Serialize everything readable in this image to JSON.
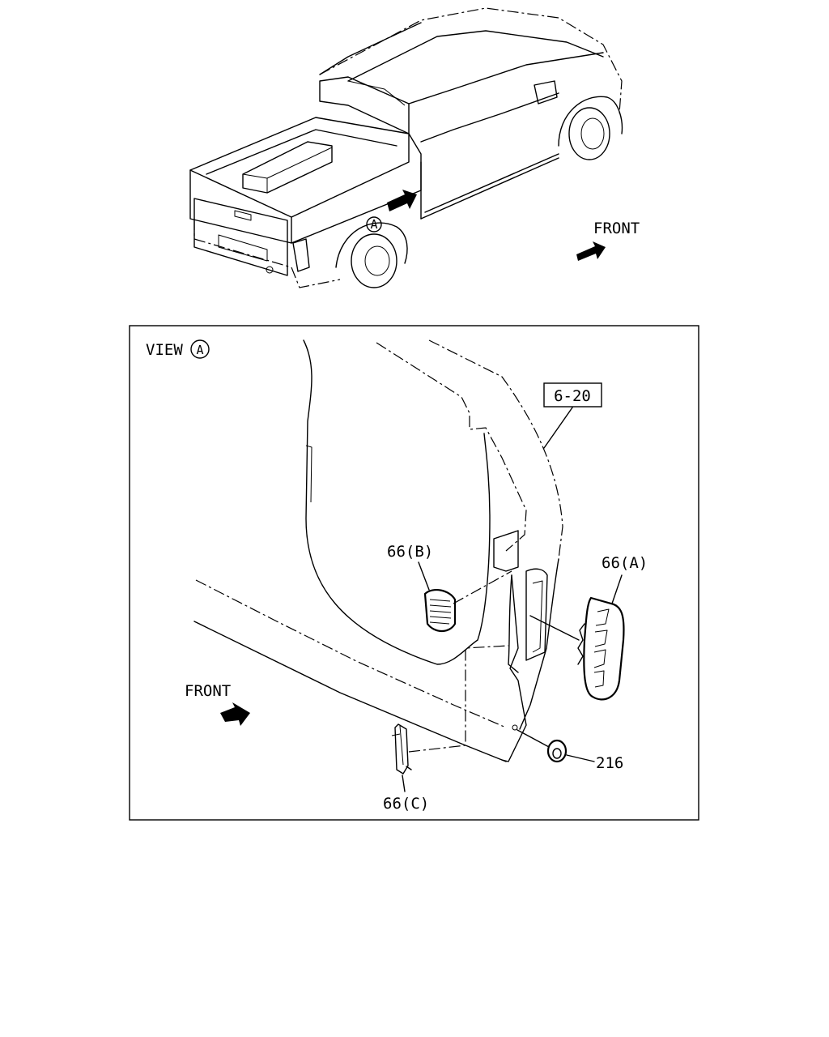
{
  "overview": {
    "front_label": "FRONT",
    "view_marker": "A"
  },
  "detail": {
    "view_label": "VIEW",
    "view_marker": "A",
    "front_label": "FRONT",
    "ref_box": "6-20",
    "parts": {
      "part_a": "66(A)",
      "part_b": "66(B)",
      "part_c": "66(C)",
      "grommet": "216"
    }
  }
}
